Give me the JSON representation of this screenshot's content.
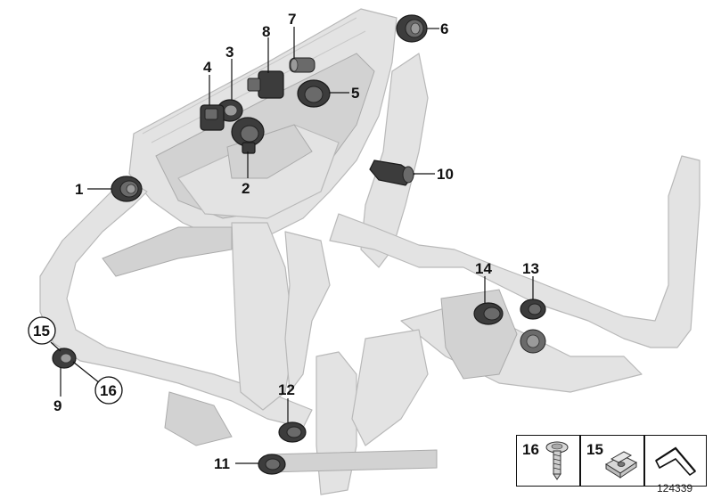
{
  "callouts": [
    {
      "label": "1"
    },
    {
      "label": "2"
    },
    {
      "label": "3"
    },
    {
      "label": "4"
    },
    {
      "label": "5"
    },
    {
      "label": "6"
    },
    {
      "label": "7"
    },
    {
      "label": "8"
    },
    {
      "label": "9"
    },
    {
      "label": "10"
    },
    {
      "label": "11"
    },
    {
      "label": "12"
    },
    {
      "label": "13"
    },
    {
      "label": "14"
    },
    {
      "label": "15"
    },
    {
      "label": "16"
    }
  ],
  "legend": {
    "item16": {
      "label": "16",
      "icon": "screw-icon"
    },
    "item15": {
      "label": "15",
      "icon": "clip-nut-icon"
    },
    "item_symbol": {
      "icon": "cross-reference-icon"
    }
  },
  "reference_number": "124339",
  "colors": {
    "duct": "#e3e3e3",
    "part": "#3c3c3c",
    "line": "#111111"
  }
}
